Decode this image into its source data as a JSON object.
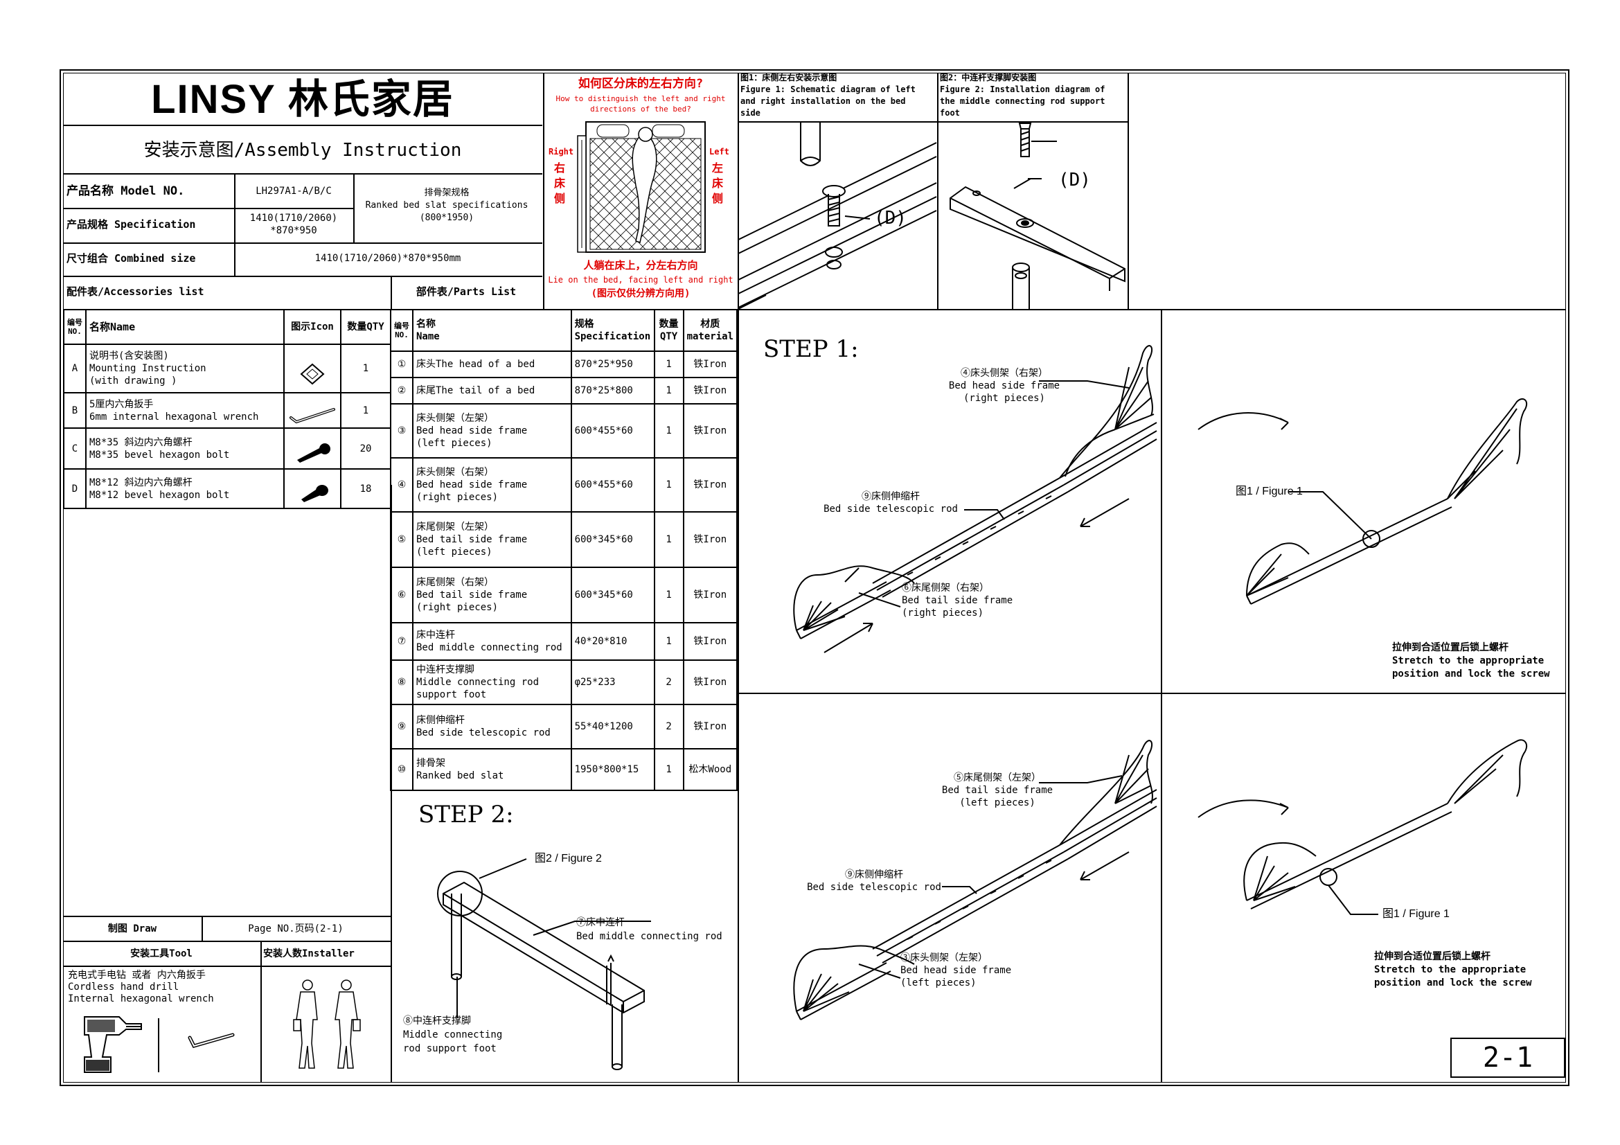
{
  "brand": {
    "logo_text": "LINSY 林氏家居"
  },
  "title": "安装示意图/Assembly Instruction",
  "info": {
    "model_label": "产品名称 Model NO.",
    "model_value": "LH297A1-A/B/C",
    "slat_spec_label": "排骨架规格\nRanked bed slat specifications\n(800*1950)",
    "spec_label": "产品规格 Specification",
    "spec_value": "1410(1710/2060)\n*870*950",
    "combined_label": "尺寸组合 Combined size",
    "combined_value": "1410(1710/2060)*870*950mm"
  },
  "direction": {
    "question_cn": "如何区分床的左右方向?",
    "question_en": "How to distinguish the left and right\ndirections of the bed?",
    "right_en": "Right",
    "right_cn": "右\n床\n侧",
    "left_en": "Left",
    "left_cn": "左\n床\n侧",
    "lie_cn": "人躺在床上，分左右方向",
    "lie_en": "Lie on the bed, facing left and right",
    "note_cn": "(图示仅供分辨方向用)"
  },
  "figure1": {
    "caption": "图1：床侧左右安装示意图\nFigure 1: Schematic diagram of left\nand right installation on the bed\nside",
    "label": "(D)"
  },
  "figure2": {
    "caption": "图2：中连杆支撑脚安装图\nFigure 2: Installation diagram of\nthe middle connecting rod support\nfoot",
    "label": "(D)"
  },
  "accessories": {
    "heading": "配件表/Accessories list",
    "headers": [
      "编号\nNO.",
      "名称Name",
      "图示Icon",
      "数量QTY"
    ],
    "rows": [
      {
        "no": "A",
        "name": "说明书(含安装图)\nMounting Instruction\n(with drawing )",
        "icon": "instruction-sheet-icon",
        "qty": "1"
      },
      {
        "no": "B",
        "name": "5厘内六角扳手\n6mm internal hexagonal wrench",
        "icon": "hex-wrench-icon",
        "qty": "1"
      },
      {
        "no": "C",
        "name": "M8*35 斜边内六角螺杆\nM8*35 bevel hexagon bolt",
        "icon": "bolt-icon",
        "qty": "20"
      },
      {
        "no": "D",
        "name": "M8*12 斜边内六角螺杆\nM8*12 bevel hexagon bolt",
        "icon": "bolt-icon",
        "qty": "18"
      }
    ]
  },
  "parts": {
    "heading": "部件表/Parts List",
    "headers": [
      "编号\nNO.",
      "名称\nName",
      "规格\nSpecification",
      "数量\nQTY",
      "材质\nmaterial"
    ],
    "rows": [
      {
        "no": "①",
        "name": "床头The head of a bed",
        "spec": "870*25*950",
        "qty": "1",
        "mat": "铁Iron"
      },
      {
        "no": "②",
        "name": "床尾The tail of a bed",
        "spec": "870*25*800",
        "qty": "1",
        "mat": "铁Iron"
      },
      {
        "no": "③",
        "name": "床头侧架（左架）\nBed head side frame\n(left pieces)",
        "spec": "600*455*60",
        "qty": "1",
        "mat": "铁Iron"
      },
      {
        "no": "④",
        "name": "床头侧架（右架）\nBed head side frame\n(right pieces)",
        "spec": "600*455*60",
        "qty": "1",
        "mat": "铁Iron"
      },
      {
        "no": "⑤",
        "name": "床尾侧架（左架）\nBed tail side frame\n(left pieces)",
        "spec": "600*345*60",
        "qty": "1",
        "mat": "铁Iron"
      },
      {
        "no": "⑥",
        "name": "床尾侧架（右架）\nBed tail side frame\n(right pieces)",
        "spec": "600*345*60",
        "qty": "1",
        "mat": "铁Iron"
      },
      {
        "no": "⑦",
        "name": "床中连杆\nBed middle connecting rod",
        "spec": "40*20*810",
        "qty": "1",
        "mat": "铁Iron"
      },
      {
        "no": "⑧",
        "name": "中连杆支撑脚\nMiddle connecting rod\nsupport foot",
        "spec": "φ25*233",
        "qty": "2",
        "mat": "铁Iron"
      },
      {
        "no": "⑨",
        "name": "床侧伸缩杆\nBed side telescopic rod",
        "spec": "55*40*1200",
        "qty": "2",
        "mat": "铁Iron"
      },
      {
        "no": "⑩",
        "name": "排骨架\nRanked bed slat",
        "spec": "1950*800*15",
        "qty": "1",
        "mat": "松木Wood"
      }
    ]
  },
  "footer": {
    "draw_label": "制图 Draw",
    "page_label": "Page NO.页码(2-1)",
    "tool_label": "安装工具Tool",
    "installer_label": "安装人数Installer",
    "tool_text": "充电式手电钻 或者 内六角扳手\nCordless hand drill\nInternal hexagonal wrench"
  },
  "step1": {
    "title": "STEP 1:",
    "label_head_right": "④床头侧架（右架）\nBed head side frame\n(right pieces)",
    "label_rod": "⑨床侧伸缩杆\nBed side telescopic rod",
    "label_tail_right": "⑥床尾侧架（右架）\nBed tail side frame\n(right pieces)",
    "fig_ref": "图1 / Figure 1",
    "stretch": "拉伸到合适位置后锁上螺杆\nStretch to the appropriate\nposition and lock the screw"
  },
  "step1b": {
    "label_tail_left": "⑤床尾侧架（左架）\nBed tail side frame\n(left pieces)",
    "label_rod": "⑨床侧伸缩杆\nBed side telescopic rod",
    "label_head_left": "③床头侧架（左架）\nBed head side frame\n(left pieces)",
    "fig_ref": "图1 / Figure 1",
    "stretch": "拉伸到合适位置后锁上螺杆\nStretch to the appropriate\nposition and lock the screw"
  },
  "step2": {
    "title": "STEP 2:",
    "fig_ref": "图2 / Figure 2",
    "label_rod": "⑦床中连杆\nBed middle connecting rod",
    "label_foot": "⑧中连杆支撑脚\nMiddle connecting\nrod support foot"
  },
  "page_number": "2-1"
}
